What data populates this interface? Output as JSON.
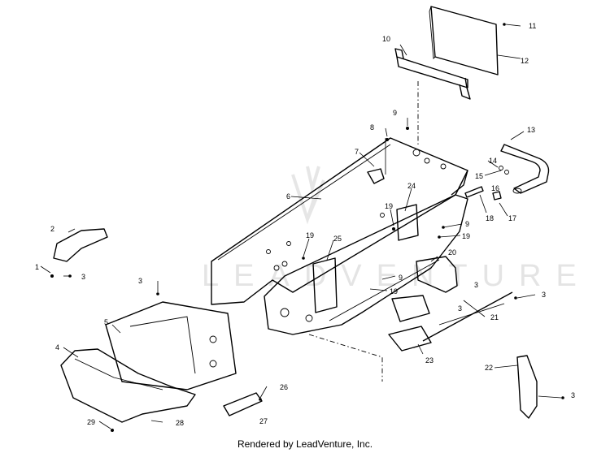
{
  "footer_credit": "Rendered by LeadVenture, Inc.",
  "watermark_text": "LEADVENTURE",
  "callouts": [
    "1",
    "2",
    "3",
    "3",
    "3",
    "3",
    "3",
    "3",
    "4",
    "5",
    "6",
    "7",
    "8",
    "9",
    "9",
    "9",
    "10",
    "11",
    "12",
    "13",
    "14",
    "15",
    "16",
    "17",
    "18",
    "19",
    "19",
    "19",
    "19",
    "20",
    "21",
    "22",
    "23",
    "24",
    "25",
    "26",
    "27",
    "28",
    "29"
  ]
}
